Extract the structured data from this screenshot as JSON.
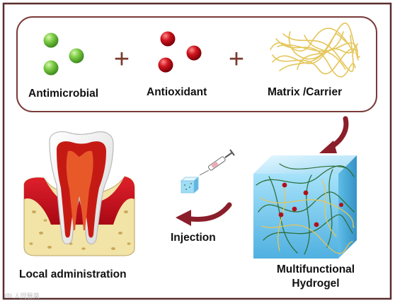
{
  "labels": {
    "antimicrobial": "Antimicrobial",
    "antioxidant": "Antioxidant",
    "matrix": "Matrix /Carrier",
    "injection": "Injection",
    "local": "Local administration",
    "hydrogel_line1": "Multifunctional",
    "hydrogel_line2": "Hydrogel"
  },
  "operators": {
    "plus": "+"
  },
  "watermark": "ↂ 人間醫藥",
  "colors": {
    "frame": "#5a2e2e",
    "inner_box": "#7b3a3a",
    "antimicrobial_sphere": "#6fc23c",
    "antioxidant_sphere": "#c8121c",
    "fiber": "#e5c95a",
    "arrow": "#8a1e2a",
    "hydrogel": "#8fd3f2",
    "gum": "#c8101e",
    "pulp": "#d4281e",
    "root": "#f2e3a6"
  },
  "icons": [
    "green-sphere-icon",
    "red-sphere-icon",
    "fiber-matrix-icon",
    "syringe-icon",
    "hydrogel-cube-icon",
    "tooth-icon",
    "curved-arrow-icon"
  ]
}
